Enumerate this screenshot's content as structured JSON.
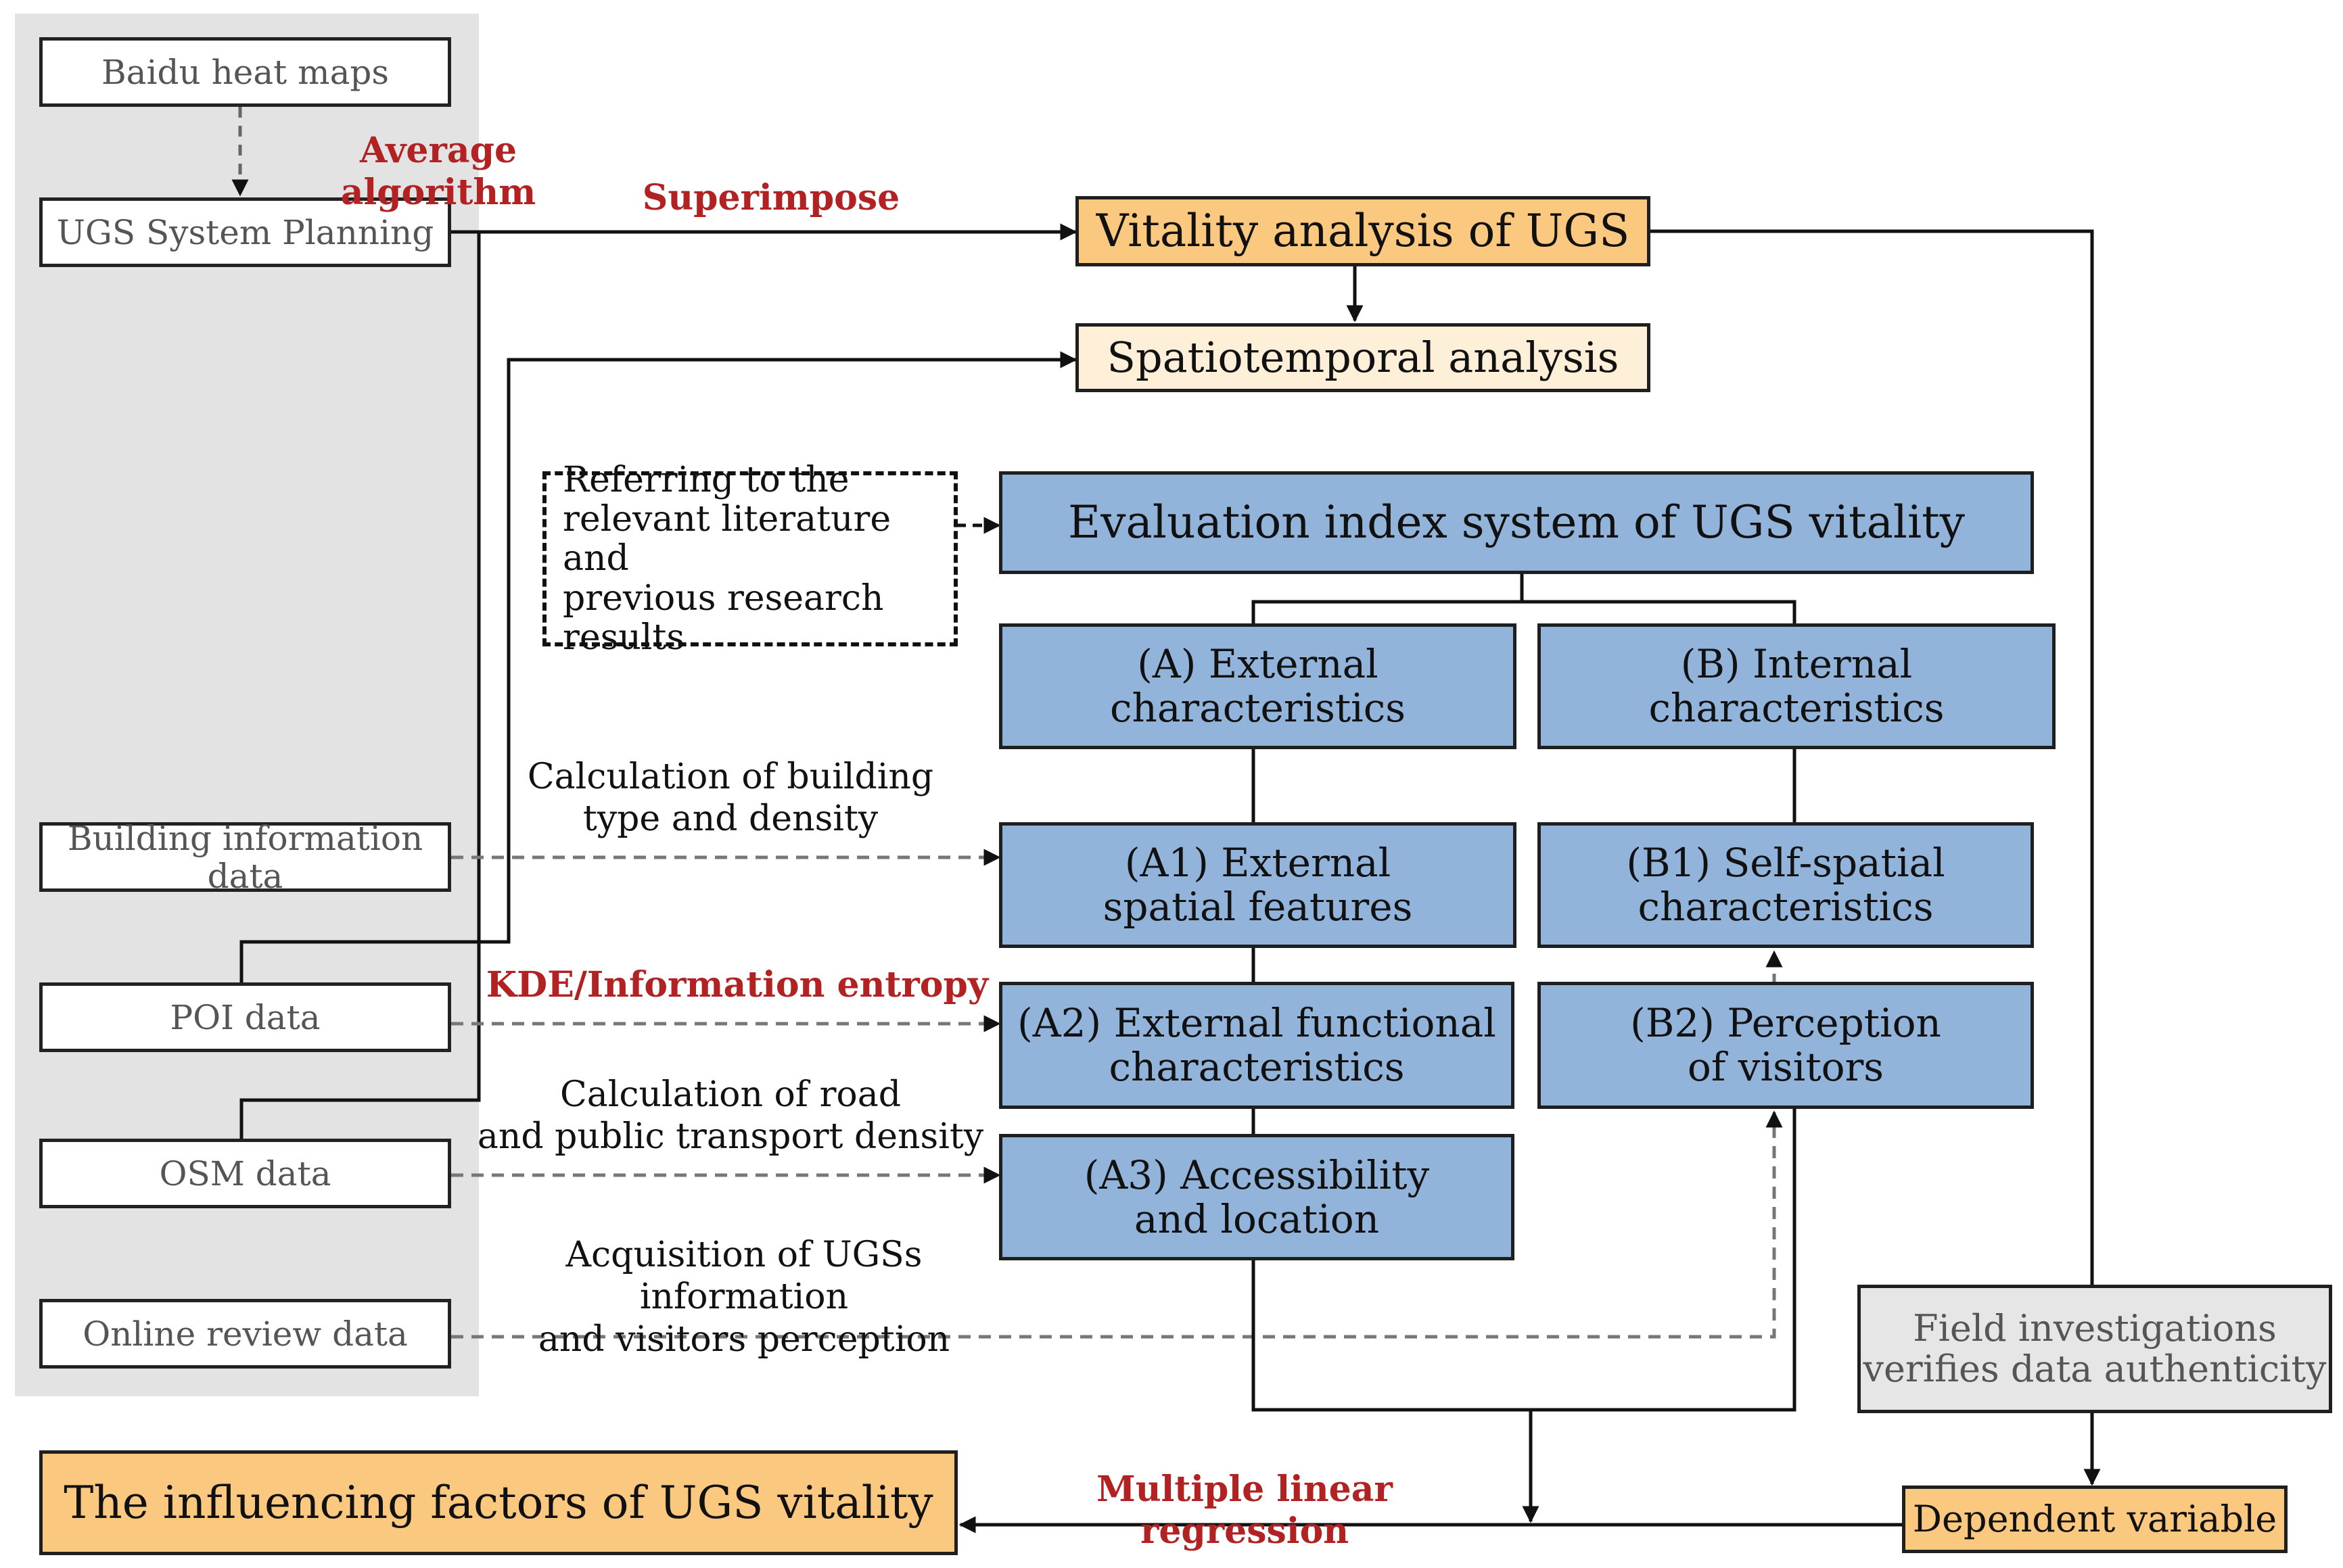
{
  "sources": {
    "baidu": "Baidu heat maps",
    "ugs_planning": "UGS System Planning",
    "building": "Building information data",
    "poi": "POI data",
    "osm": "OSM data",
    "online": "Online review data"
  },
  "nodes": {
    "vitality": "Vitality analysis of UGS",
    "spatiotemporal": "Spatiotemporal analysis",
    "referring": "Referring to the\nrelevant literature and\nprevious research results",
    "evaluation": "Evaluation index system of UGS vitality",
    "a": "(A) External characteristics",
    "b": "(B) Internal characteristics",
    "a1": "(A1) External\nspatial features",
    "a2": "(A2) External functional\ncharacteristics",
    "a3": "(A3) Accessibility\nand location",
    "b1": "(B1) Self-spatial\ncharacteristics",
    "b2": "(B2) Perception\nof visitors",
    "field": "Field investigations\nverifies data authenticity",
    "dependent": "Dependent variable",
    "influencing": "The influencing factors of UGS vitality"
  },
  "labels": {
    "average": "Average algorithm",
    "superimpose": "Superimpose",
    "building_calc": "Calculation of building\ntype and density",
    "kde": "KDE/Information entropy",
    "road_calc": "Calculation of road\nand public transport density",
    "acquisition": "Acquisition of UGSs information\nand visitors perception",
    "regression": "Multiple linear regression"
  },
  "colors": {
    "blue": "#92b4da",
    "orange": "#fbc880",
    "cream": "#fef0d8",
    "panel": "#e3e3e3",
    "red_label": "#b22222"
  }
}
